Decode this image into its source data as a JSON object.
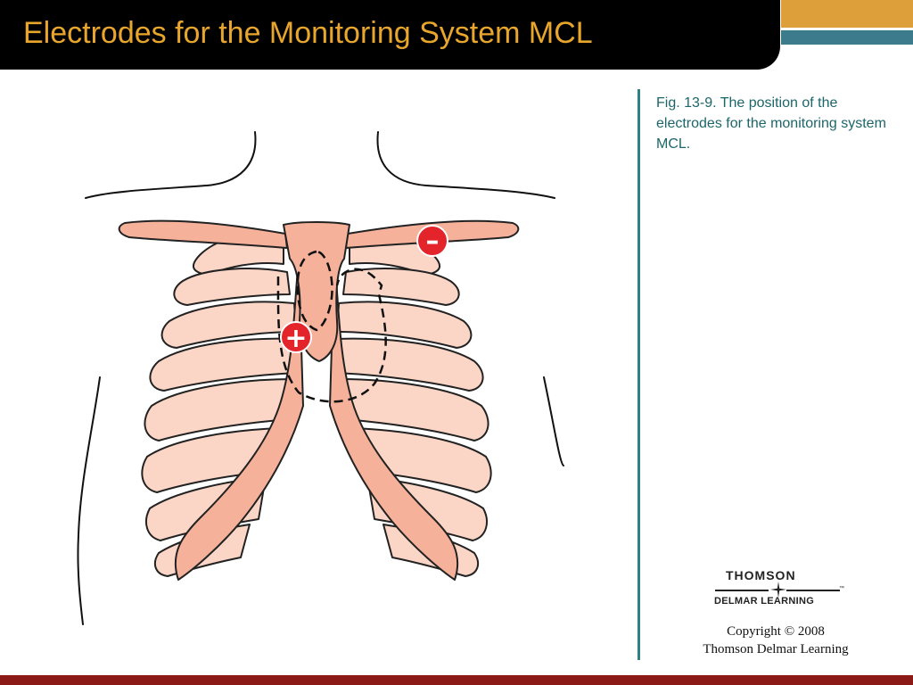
{
  "slide": {
    "title": "Electrodes for the Monitoring System MCL",
    "caption": "Fig. 13-9.  The position of the electrodes for the monitoring system MCL.",
    "colors": {
      "title_bar": "#000000",
      "title_text": "#e9a62c",
      "accent_orange": "#dc9f3a",
      "accent_teal": "#3c7b8c",
      "divider": "#2e8085",
      "caption_text": "#1c6669",
      "bone_fill": "#f5b19a",
      "bone_light": "#fbd6c6",
      "electrode_red": "#e3242b",
      "footer": "#8b1a16"
    }
  },
  "diagram": {
    "electrodes": [
      {
        "symbol": "–",
        "polarity": "negative"
      },
      {
        "symbol": "+",
        "polarity": "positive"
      }
    ]
  },
  "logo": {
    "line1": "THOMSON",
    "line2": "DELMAR LEARNING",
    "trademark": "™",
    "icon": "star-icon"
  },
  "copyright": {
    "line1": "Copyright © 2008",
    "line2": "Thomson Delmar Learning"
  }
}
